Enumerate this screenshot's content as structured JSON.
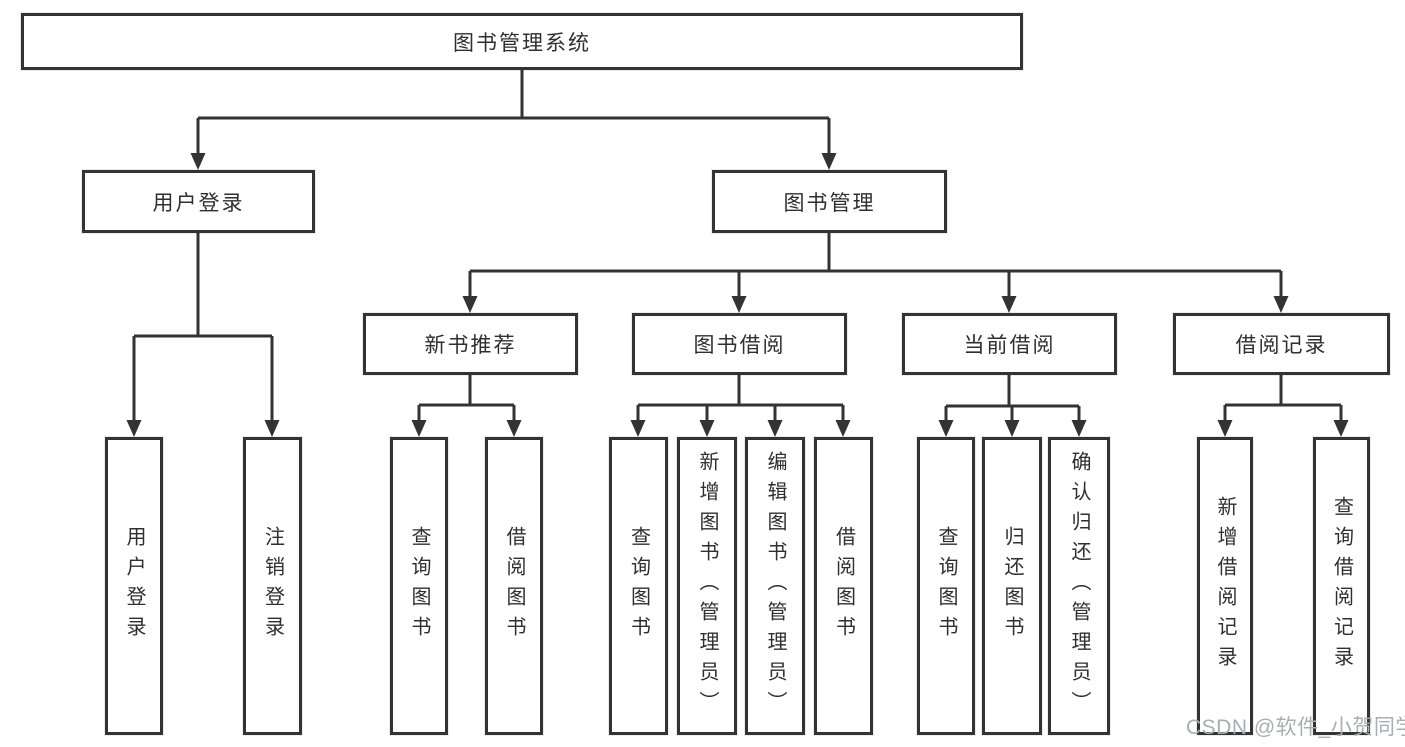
{
  "diagram_title": "图书管理系统",
  "tree": {
    "root": {
      "label": "图书管理系统"
    },
    "branches": [
      {
        "label": "用户登录",
        "children": [
          {
            "label": "用户登录"
          },
          {
            "label": "注销登录"
          }
        ]
      },
      {
        "label": "图书管理",
        "children": [
          {
            "label": "新书推荐",
            "children": [
              {
                "label": "查询图书"
              },
              {
                "label": "借阅图书"
              }
            ]
          },
          {
            "label": "图书借阅",
            "children": [
              {
                "label": "查询图书"
              },
              {
                "label": "新增图书（管理员）"
              },
              {
                "label": "编辑图书（管理员）"
              },
              {
                "label": "借阅图书"
              }
            ]
          },
          {
            "label": "当前借阅",
            "children": [
              {
                "label": "查询图书"
              },
              {
                "label": "归还图书"
              },
              {
                "label": "确认归还（管理员）"
              }
            ]
          },
          {
            "label": "借阅记录",
            "children": [
              {
                "label": "新增借阅记录"
              },
              {
                "label": "查询借阅记录"
              }
            ]
          }
        ]
      }
    ]
  },
  "watermark": "CSDN @软件_小贺同学",
  "colors": {
    "border": "#333333",
    "text": "#2f2f2f",
    "line": "#333333",
    "watermark": "#aaaeb3",
    "background": "#ffffff"
  }
}
